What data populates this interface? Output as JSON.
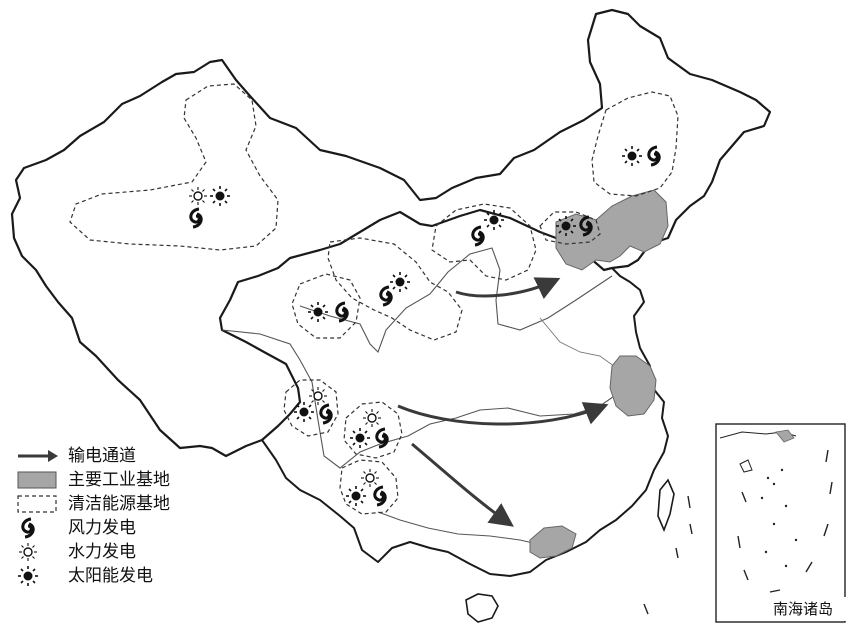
{
  "legend": {
    "items": [
      {
        "label": "输电通道",
        "symbol": "transmission-arrow"
      },
      {
        "label": "主要工业基地",
        "symbol": "industrial-area"
      },
      {
        "label": "清洁能源基地",
        "symbol": "clean-energy-dashed"
      },
      {
        "label": "风力发电",
        "symbol": "wind-icon"
      },
      {
        "label": "水力发电",
        "symbol": "hydro-icon"
      },
      {
        "label": "太阳能发电",
        "symbol": "solar-icon"
      }
    ]
  },
  "inset": {
    "label": "南海诸岛"
  },
  "colors": {
    "industrial_fill": "#a6a6a6",
    "border": "#1a1a1a",
    "arrow": "#3a3a3a",
    "river": "#555555"
  }
}
